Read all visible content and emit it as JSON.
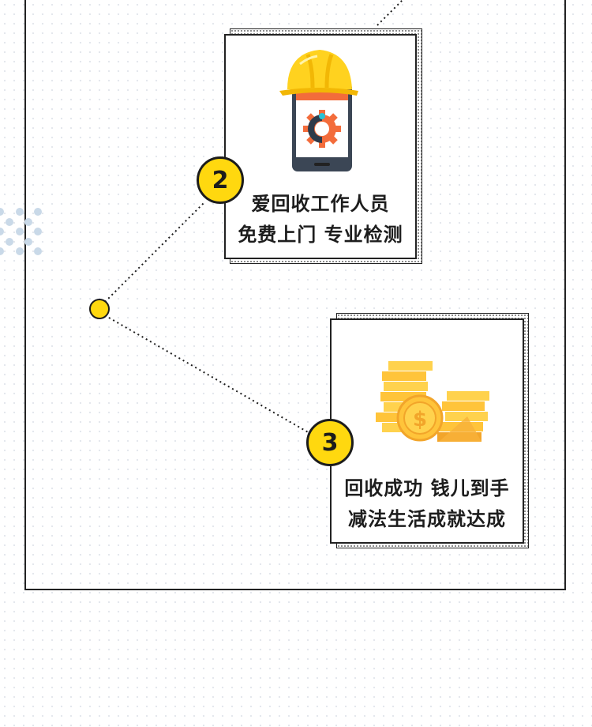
{
  "steps": [
    {
      "number": "2",
      "line1": "爱回收工作人员",
      "line2": "免费上门 专业检测",
      "image": "helmet-phone-gear-icon"
    },
    {
      "number": "3",
      "line1": "回收成功 钱儿到手",
      "line2": "减法生活成就达成",
      "image": "gold-coins-icon"
    }
  ],
  "colors": {
    "accent_yellow": "#ffd80f",
    "outline": "#222222",
    "decor_dots": "#c9d9e8"
  }
}
